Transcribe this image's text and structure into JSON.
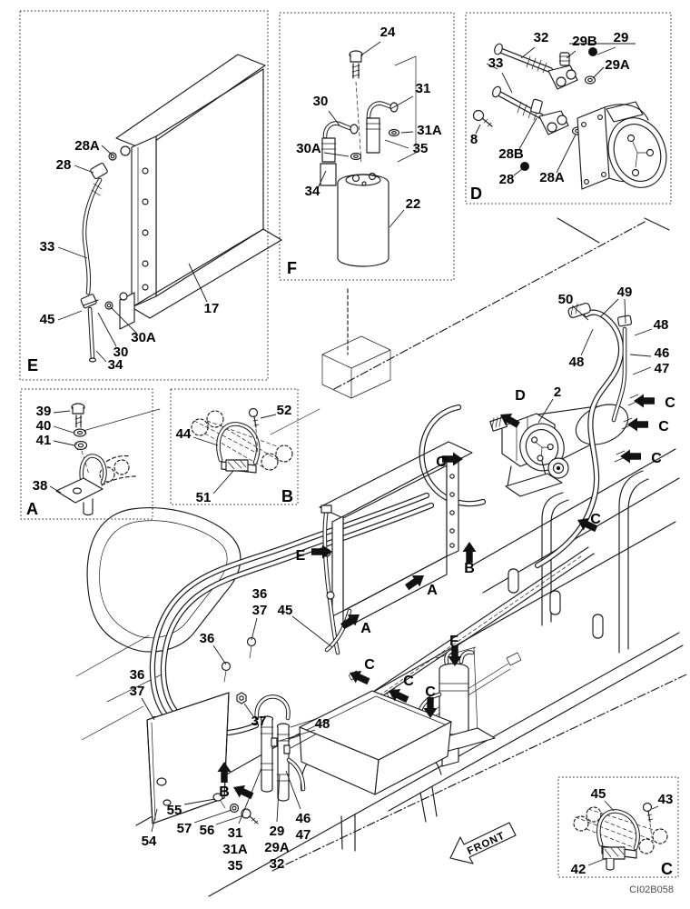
{
  "code": "CI02B058",
  "front_label": "FRONT",
  "inset_e": {
    "letter": "E",
    "c28a": "28A",
    "c28": "28",
    "c33": "33",
    "c45": "45",
    "c30": "30",
    "c30a": "30A",
    "c34": "34",
    "c17": "17"
  },
  "inset_f": {
    "letter": "F",
    "c24": "24",
    "c30": "30",
    "c31": "31",
    "c31a": "31A",
    "c35": "35",
    "c30a": "30A",
    "c34": "34",
    "c22": "22"
  },
  "inset_d": {
    "letter": "D",
    "c32": "32",
    "c29b": "29B",
    "c29": "29",
    "c33": "33",
    "c29a": "29A",
    "c8": "8",
    "c28b": "28B",
    "c28": "28",
    "c28a": "28A"
  },
  "inset_a": {
    "letter": "A",
    "c39": "39",
    "c40": "40",
    "c41": "41",
    "c38": "38"
  },
  "inset_b": {
    "letter": "B",
    "c52": "52",
    "c44": "44",
    "c51": "51"
  },
  "inset_c": {
    "letter": "C",
    "c45": "45",
    "c43": "43",
    "c42": "42"
  },
  "main": {
    "c2": "2",
    "c49": "49",
    "c50": "50",
    "c48_1": "48",
    "c48_2": "48",
    "c48_3": "48",
    "c46_1": "46",
    "c47_1": "47",
    "c46_2": "46",
    "c47_2": "47",
    "c36_1": "36",
    "c37_1": "37",
    "c36_2": "36",
    "c36_3": "36",
    "c37_3": "37",
    "c37_4": "37",
    "c45": "45",
    "c31": "31",
    "c31a": "31A",
    "c35": "35",
    "c29": "29",
    "c29a": "29A",
    "c32": "32",
    "c54": "54",
    "c55": "55",
    "c56": "56",
    "c57": "57",
    "lA": "A",
    "lB": "B",
    "lC": "C",
    "lD": "D",
    "lE": "E",
    "lF": "F"
  }
}
